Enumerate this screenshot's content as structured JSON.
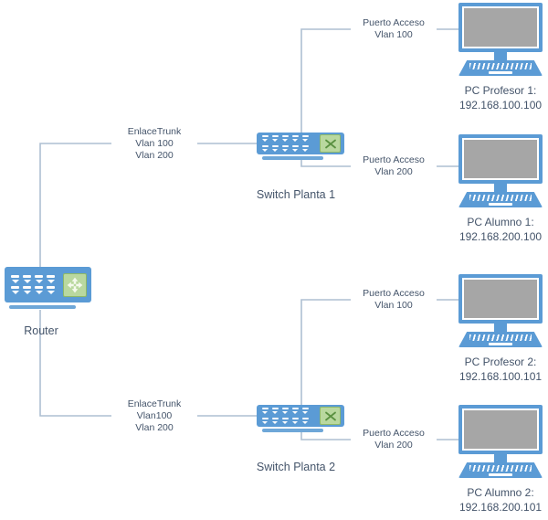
{
  "nodes": {
    "router": {
      "label": "Router"
    },
    "switch1": {
      "label": "Switch Planta 1"
    },
    "switch2": {
      "label": "Switch Planta 2"
    },
    "pc_profesor1": {
      "label": "PC Profesor 1:",
      "ip": "192.168.100.100"
    },
    "pc_alumno1": {
      "label": "PC Alumno 1:",
      "ip": "192.168.200.100"
    },
    "pc_profesor2": {
      "label": "PC Profesor 2:",
      "ip": "192.168.100.101"
    },
    "pc_alumno2": {
      "label": "PC Alumno 2:",
      "ip": "192.168.200.101"
    }
  },
  "links": {
    "trunk1": {
      "line1": "EnlaceTrunk",
      "line2": "Vlan 100",
      "line3": "Vlan 200"
    },
    "trunk2": {
      "line1": "EnlaceTrunk",
      "line2": "Vlan100",
      "line3": "Vlan 200"
    },
    "acceso1": {
      "line1": "Puerto Acceso",
      "line2": "Vlan 100"
    },
    "acceso2": {
      "line1": "Puerto Acceso",
      "line2": "Vlan 200"
    },
    "acceso3": {
      "line1": "Puerto Acceso",
      "line2": "Vlan 100"
    },
    "acceso4": {
      "line1": "Puerto Acceso",
      "line2": "Vlan 200"
    }
  },
  "colors": {
    "device_blue": "#5b9bd5",
    "wire_blue": "#aebfd2",
    "icon_green_bg": "#b9d89f",
    "icon_green_dark": "#5a9141",
    "screen_gray": "#a6a6a6",
    "text": "#44546a"
  }
}
